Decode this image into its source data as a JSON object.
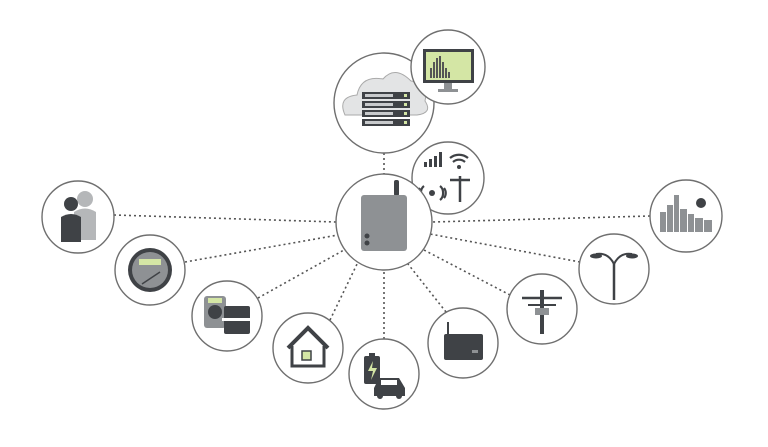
{
  "colors": {
    "outline": "#6f6f6f",
    "icon_gray": "#8e9194",
    "icon_dark": "#3f4246",
    "accent_green": "#d4e6a5",
    "cloud_fill": "#e3e4e5",
    "connector": "#555555"
  },
  "nodes": [
    {
      "id": "hub",
      "icon": "gateway-device-icon"
    },
    {
      "id": "cloud",
      "icon": "cloud-server-icon"
    },
    {
      "id": "monitor",
      "icon": "monitor-chart-icon"
    },
    {
      "id": "signals",
      "icon": "wireless-signals-icon"
    },
    {
      "id": "users",
      "icon": "people-icon"
    },
    {
      "id": "meter",
      "icon": "electric-meter-icon"
    },
    {
      "id": "gas",
      "icon": "gas-meter-icon"
    },
    {
      "id": "house",
      "icon": "house-icon"
    },
    {
      "id": "ev",
      "icon": "electric-vehicle-battery-icon"
    },
    {
      "id": "router",
      "icon": "router-icon"
    },
    {
      "id": "pole",
      "icon": "utility-pole-icon"
    },
    {
      "id": "streetlight",
      "icon": "street-light-icon"
    },
    {
      "id": "city",
      "icon": "city-skyline-icon"
    }
  ]
}
